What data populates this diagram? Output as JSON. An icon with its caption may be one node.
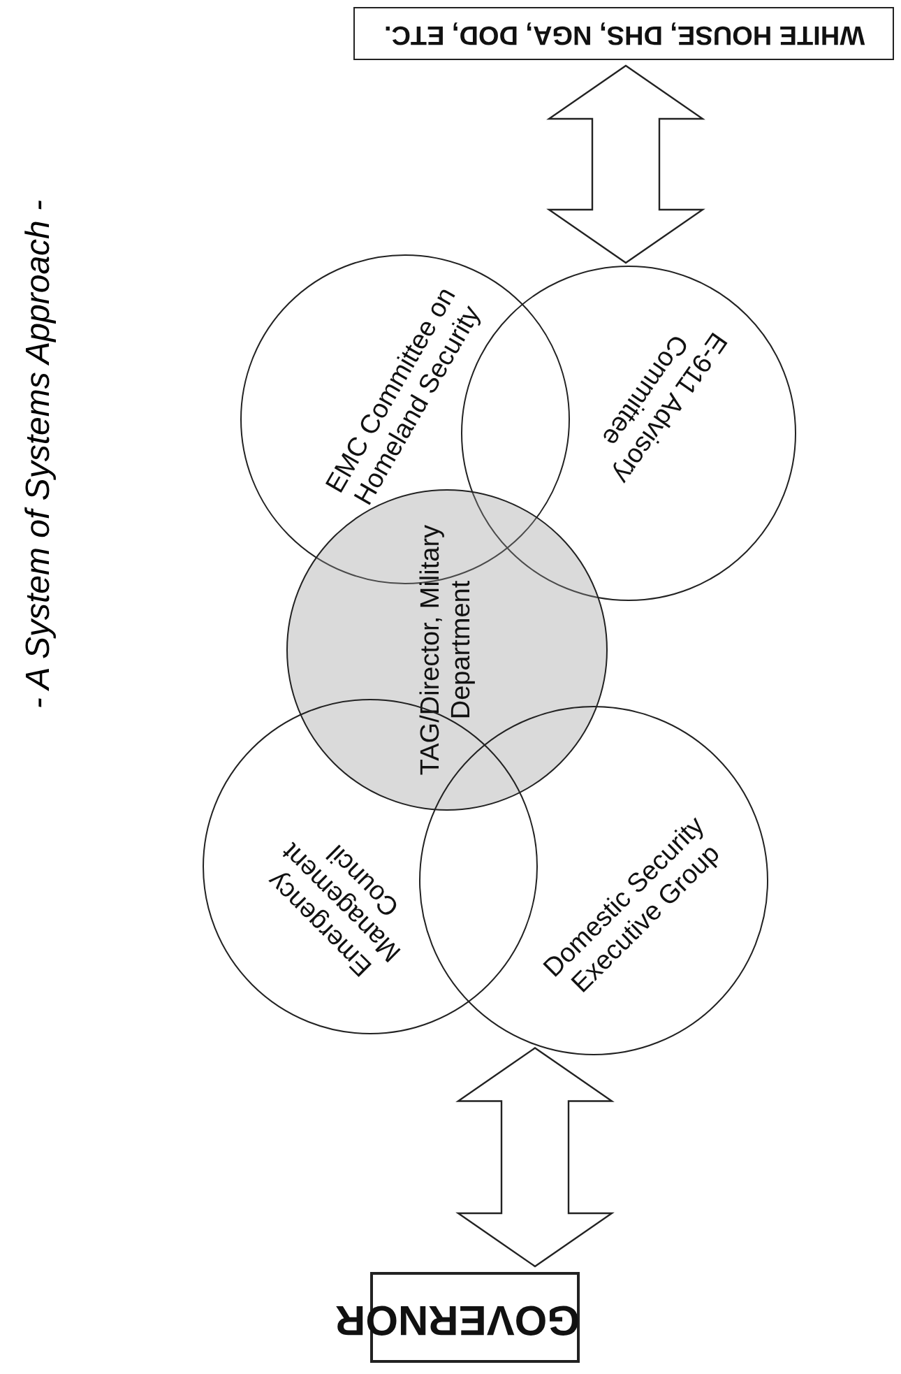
{
  "diagram": {
    "title": "- A System of Systems Approach -",
    "nodes": [
      {
        "text": [
          "WHITE HOUSE, DHS, NGA, DOD, ETC."
        ]
      },
      {
        "text": [
          "EMC Committee on Homeland Security"
        ]
      },
      {
        "text": [
          "E-911 Advisory Committee"
        ]
      },
      {
        "text": [
          "TAG/Director, Military Department"
        ]
      },
      {
        "text": [
          "Emergency Management Council"
        ]
      },
      {
        "text": [
          "Domestic Security Executive Group"
        ]
      },
      {
        "text": [
          "GOVERNOR"
        ]
      }
    ],
    "edges": [
      {
        "from": 0,
        "to": 2,
        "arrow": "both"
      },
      {
        "from": 5,
        "to": 6,
        "arrow": "both"
      }
    ]
  }
}
